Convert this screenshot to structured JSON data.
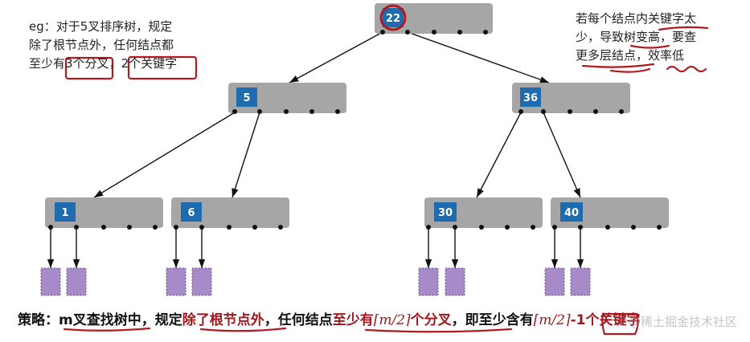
{
  "left_note": {
    "line1": "eg：对于5叉排序树，规定",
    "line2": "除了根节点外，任何结点都",
    "line3_prefix": "至少有",
    "line3_branches": "3个分叉",
    "line3_sep": "，",
    "line3_keys": "2个关键字"
  },
  "right_note": {
    "line1": "若每个结点内关键字太",
    "line2": "少，导致树变高，要查",
    "line3": "更多层结点，效率低"
  },
  "tree": {
    "root": "22",
    "level1": [
      "5",
      "36"
    ],
    "level2": [
      "1",
      "6",
      "30",
      "40"
    ]
  },
  "strategy": {
    "label": "策略：",
    "part1": "m叉查找树中，规定",
    "part2": "除了根节点外",
    "part3": "，任何结点",
    "part4": "至少有",
    "math1": "⌈m/2⌉",
    "part5": "个分叉",
    "part6": "，即至少含有",
    "math2": "⌈m/2⌉",
    "part7": "-1个关键字"
  },
  "watermark": "@稀土掘金技术社区",
  "colors": {
    "node_fill": "#a6a6a6",
    "key_fill": "#1f6bb0",
    "leaf_fill": "#a78bc9",
    "ink_red": "#b01a22",
    "edge": "#111111"
  }
}
